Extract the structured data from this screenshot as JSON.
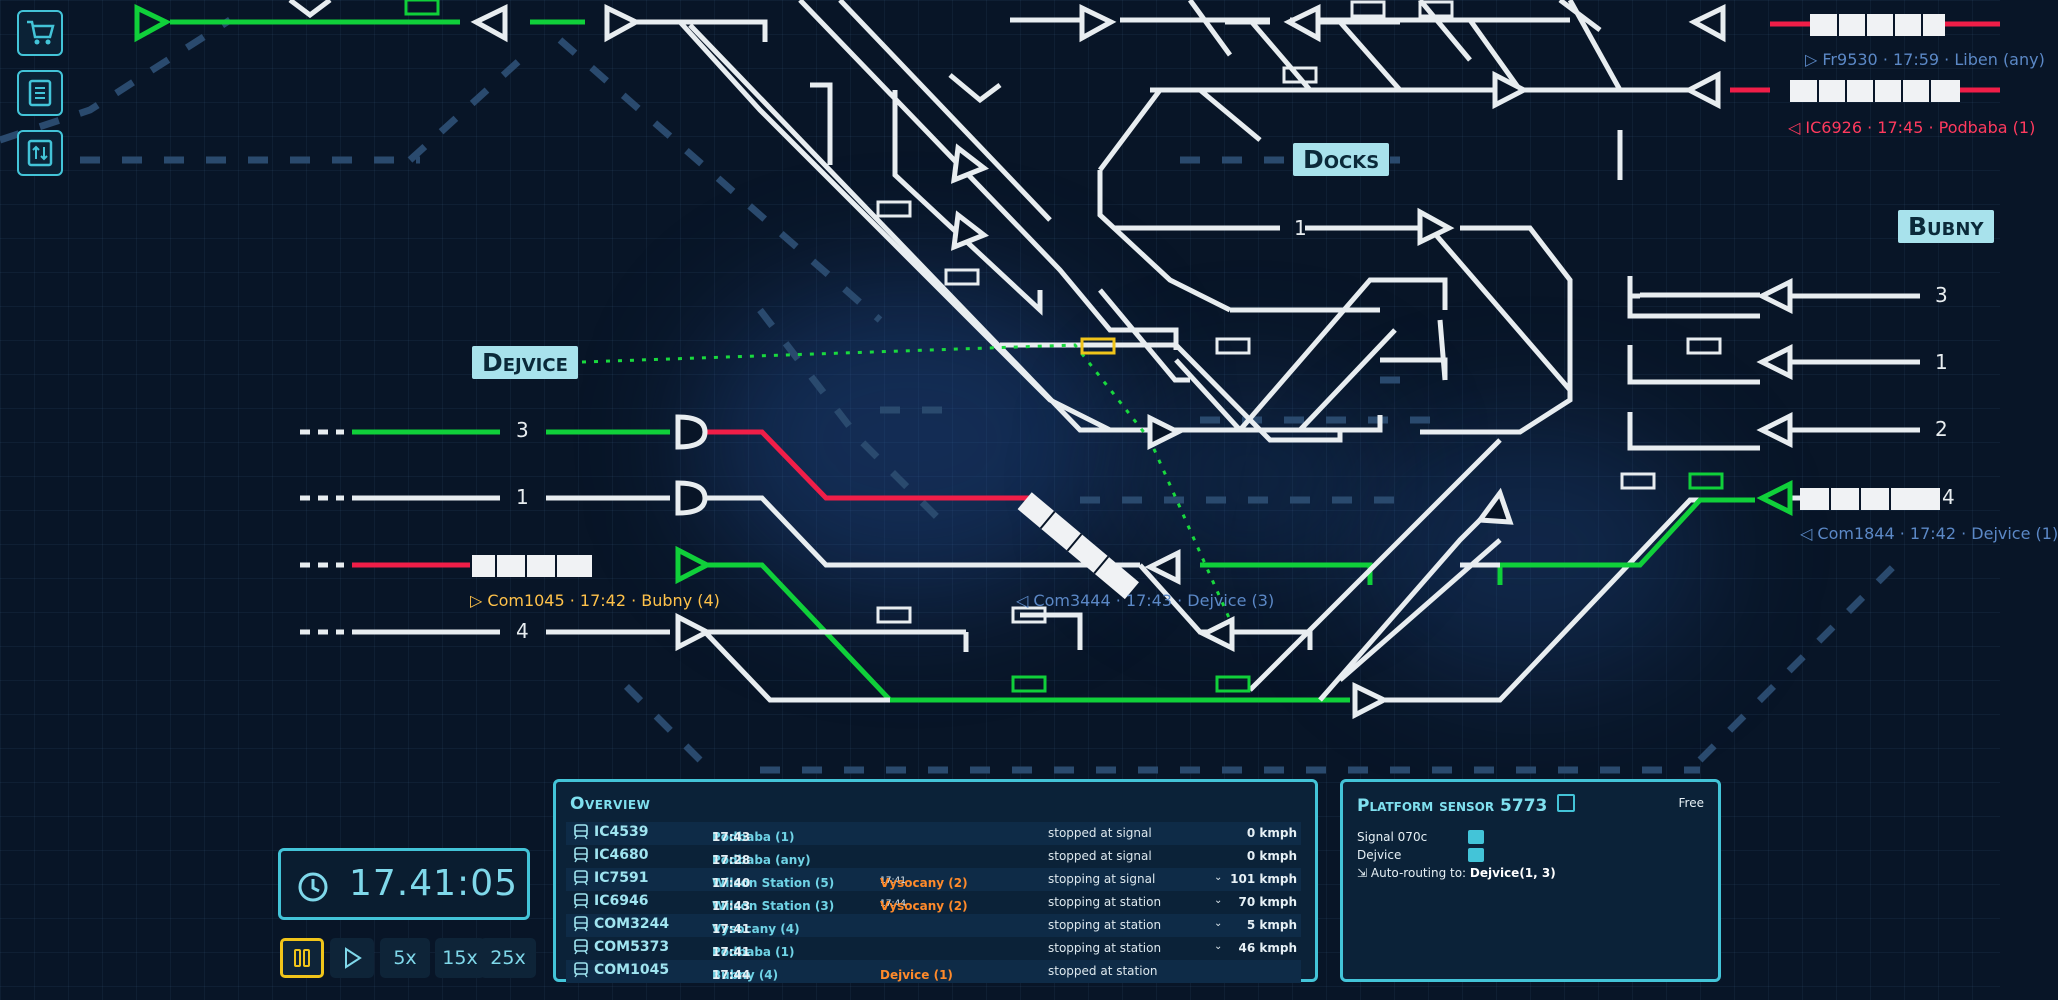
{
  "stations": {
    "dejvice": "Dejvice",
    "docks": "Docks",
    "bubny": "Bubny"
  },
  "track_numbers": {
    "dejvice_t3": "3",
    "dejvice_t1": "1",
    "dejvice_t4": "4",
    "docks_t1": "1",
    "bubny_t3": "3",
    "bubny_t1": "1",
    "bubny_t2": "2",
    "bubny_t4": "4"
  },
  "train_tags": {
    "com1045": "Com1045 · 17:42 · Bubny (4)",
    "com3444": "Com3444 · 17:43 · Dejvice (3)",
    "com1844": "Com1844 · 17:42 · Dejvice (1)",
    "fr9530": "Fr9530 · 17:59 · Liben (any)",
    "ic6926": "IC6926 · 17:45 · Podbaba (1)"
  },
  "toolbar": {
    "shop_icon": "cart-icon",
    "log_icon": "book-icon",
    "sort_icon": "sort-icon"
  },
  "clock": {
    "time": "17.41:05",
    "icon": "clock-icon"
  },
  "speed_controls": {
    "pause_icon": "pause-icon",
    "play_icon": "play-icon",
    "x5": "5x",
    "x15": "15x",
    "x25": "25x",
    "active": "pause"
  },
  "overview": {
    "title": "Overview",
    "rows": [
      {
        "id": "IC4539",
        "dest": "Podbaba (1)",
        "time": "17:43",
        "next_time": "",
        "next_station": "",
        "status": "stopped at signal",
        "chevron": "",
        "speed": "0 kmph"
      },
      {
        "id": "IC4680",
        "dest": "Podbaba (any)",
        "time": "17:28",
        "next_time": "",
        "next_station": "",
        "status": "stopped at signal",
        "chevron": "",
        "speed": "0 kmph"
      },
      {
        "id": "IC7591",
        "dest": "Wilson Station (5)",
        "time": "17:40",
        "next_time": "17:41",
        "next_station": "Vysocany (2)",
        "status": "stopping at signal",
        "chevron": "⌄",
        "speed": "101 kmph"
      },
      {
        "id": "IC6946",
        "dest": "Wilson Station (3)",
        "time": "17:43",
        "next_time": "17:44",
        "next_station": "Vysocany (2)",
        "status": "stopping at station",
        "chevron": "⌄",
        "speed": "70 kmph"
      },
      {
        "id": "COM3244",
        "dest": "Vysocany (4)",
        "time": "17:41",
        "next_time": "",
        "next_station": "",
        "status": "stopping at station",
        "chevron": "⌄",
        "speed": "5 kmph"
      },
      {
        "id": "COM5373",
        "dest": "Podbaba (1)",
        "time": "17:41",
        "next_time": "",
        "next_station": "",
        "status": "stopping at station",
        "chevron": "⌄",
        "speed": "46 kmph"
      },
      {
        "id": "COM1045",
        "dest": "Bubny (4)",
        "time": "17:44",
        "next_time": "",
        "next_station": "Dejvice (1)",
        "status": "stopped at station",
        "chevron": "",
        "speed": ""
      }
    ]
  },
  "sensor": {
    "title": "Platform sensor 5773",
    "status": "Free",
    "signal": "Signal 070c",
    "station": "Dejvice",
    "auto_label": "Auto-routing to:",
    "auto_target": "Dejvice(1, 3)"
  },
  "colors": {
    "accent": "#43c4d8",
    "track": "#e8edf0",
    "route_green": "#10d03a",
    "route_red": "#f01e48",
    "label_bg": "#a8e2ec",
    "orange": "#ff8a2a"
  }
}
